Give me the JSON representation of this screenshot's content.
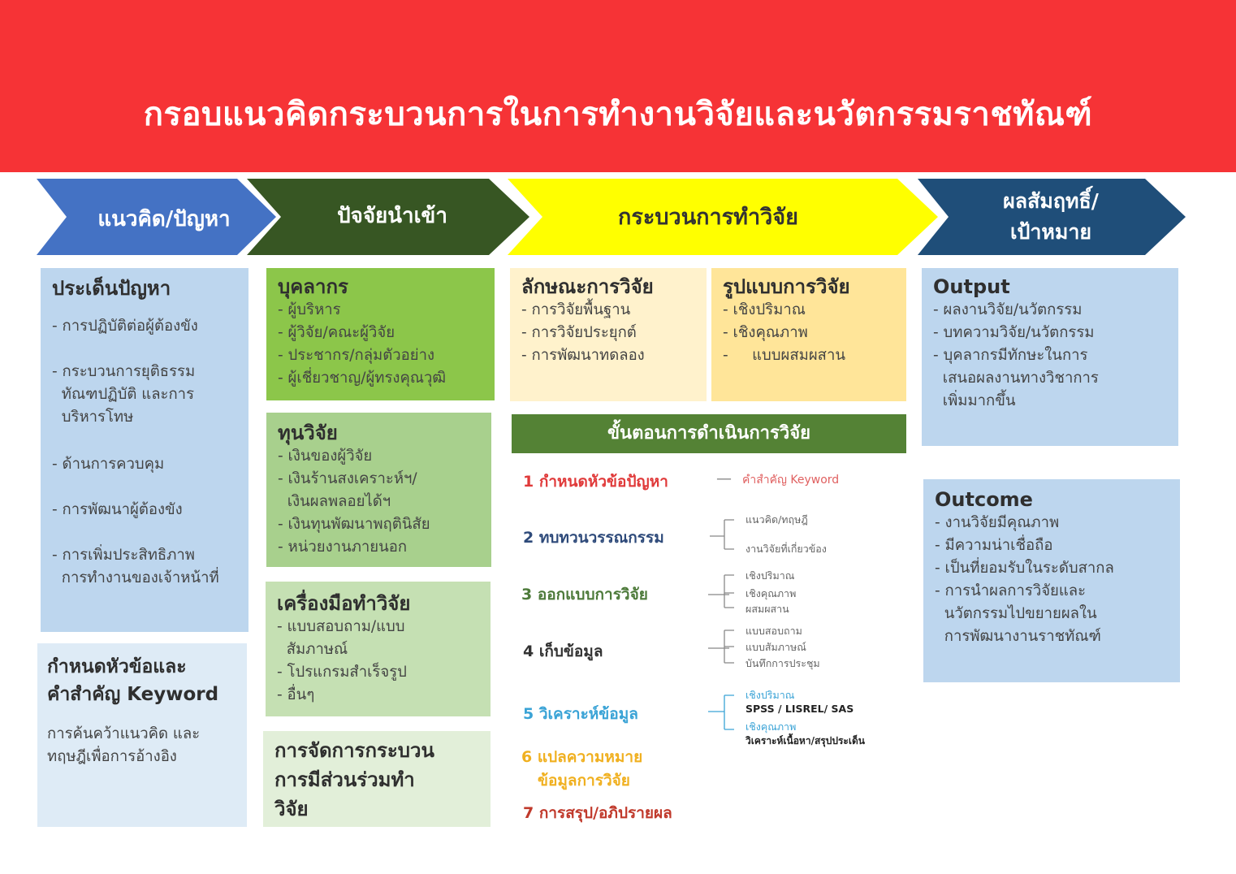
{
  "title": "กรอบแนวคิดกระบวนการในการทำงานวิจัยและนวัตกรรมราชทัณฑ์",
  "colors": {
    "banner": "#f63336",
    "blue_arrow": "#4472c4",
    "green_arrow": "#375623",
    "yellow_arrow": "#ffff00",
    "navy_arrow": "#1f4e79",
    "step1": "#e03a3a",
    "step2": "#2e4a7a",
    "step3": "#4d7a3a",
    "step4": "#333333",
    "step5": "#3aa3d6",
    "step6": "#f0b020",
    "step7": "#c0392b"
  },
  "arrows": {
    "a1": "แนวคิด/ปัญหา",
    "a2": "ปัจจัยนำเข้า",
    "a3": "กระบวนการทำวิจัย",
    "a4_line1": "ผลสัมฤทธิ์/",
    "a4_line2": "เป้าหมาย"
  },
  "col1": {
    "issue_title": "ประเด็นปัญหา",
    "issue_lines": [
      "- การปฏิบัติต่อผู้ต้องขัง",
      "- กระบวนการยุติธรรม",
      "  ทัณฑปฏิบัติ และการ",
      "  บริหารโทษ",
      "- ด้านการควบคุม",
      "- การพัฒนาผู้ต้องขัง",
      "- การเพิ่มประสิทธิภาพ",
      "  การทำงานของเจ้าหน้าที่"
    ],
    "topic_title_1": "กำหนดหัวข้อและ",
    "topic_title_2": "คำสำคัญ Keyword",
    "topic_lines": [
      "การค้นคว้าแนวคิด และ",
      "ทฤษฎีเพื่อการอ้างอิง"
    ]
  },
  "col2": {
    "personnel_title": "บุคลากร",
    "personnel_lines": [
      "- ผู้บริหาร",
      "- ผู้วิจัย/คณะผู้วิจัย",
      "- ประชากร/กลุ่มตัวอย่าง",
      "- ผู้เชี่ยวชาญ/ผู้ทรงคุณวุฒิ"
    ],
    "fund_title": "ทุนวิจัย",
    "fund_lines": [
      "- เงินของผู้วิจัย",
      "- เงินร้านสงเคราะห์ฯ/",
      "  เงินผลพลอยได้ฯ",
      "- เงินทุนพัฒนาพฤตินิสัย",
      "- หน่วยงานภายนอก"
    ],
    "tools_title": "เครื่องมือทำวิจัย",
    "tools_lines": [
      "- แบบสอบถาม/แบบ",
      "  สัมภาษณ์",
      "- โปรแกรมสำเร็จรูป",
      "- อื่นๆ"
    ],
    "mgmt_lines": [
      "การจัดการกระบวน",
      "การมีส่วนร่วมทำ",
      "วิจัย"
    ]
  },
  "col3": {
    "nature_title": "ลักษณะการวิจัย",
    "nature_lines": [
      "- การวิจัยพื้นฐาน",
      "- การวิจัยประยุกต์",
      "- การพัฒนาทดลอง"
    ],
    "form_title": "รูปแบบการวิจัย",
    "form_lines": [
      "- เชิงปริมาณ",
      "- เชิงคุณภาพ",
      "-     แบบผสมผสาน"
    ],
    "steps_header": "ขั้นตอนการดำเนินการวิจัย",
    "step1": "1 กำหนดหัวข้อปัญหา",
    "step1_dash": "—",
    "step1_note": "คำสำคัญ Keyword",
    "step2": "2 ทบทวนวรรณกรรม",
    "step2_subs": [
      "แนวคิด/ทฤษฎี",
      "งานวิจัยที่เกี่ยวข้อง"
    ],
    "step3": "3 ออกแบบการวิจัย",
    "step3_subs": [
      "เชิงปริมาณ",
      "เชิงคุณภาพ",
      "ผสมผสาน"
    ],
    "step4": "4 เก็บข้อมูล",
    "step4_subs": [
      "แบบสอบถาม",
      "แบบสัมภาษณ์",
      "บันทึกการประชุม"
    ],
    "step5": "5 วิเคราะห์ข้อมูล",
    "step5_subs": [
      "เชิงปริมาณ",
      "SPSS / LISREL/ SAS",
      "เชิงคุณภาพ",
      "วิเคราะห์เนื้อหา/สรุปประเด็น"
    ],
    "step6_line1": "6 แปลความหมาย",
    "step6_line2": "ข้อมูลการวิจัย",
    "step7": "7 การสรุป/อภิปรายผล"
  },
  "col4": {
    "output_title": "Output",
    "output_lines": [
      "- ผลงานวิจัย/นวัตกรรม",
      "- บทความวิจัย/นวัตกรรม",
      "- บุคลากรมีทักษะในการ",
      "  เสนอผลงานทางวิชาการ",
      "  เพิ่มมากขึ้น"
    ],
    "outcome_title": "Outcome",
    "outcome_lines": [
      "- งานวิจัยมีคุณภาพ",
      "- มีความน่าเชื่อถือ",
      "- เป็นที่ยอมรับในระดับสากล",
      "- การนำผลการวิจัยและ",
      "  นวัตกรรมไปขยายผลใน",
      "  การพัฒนางานราชทัณฑ์"
    ]
  }
}
